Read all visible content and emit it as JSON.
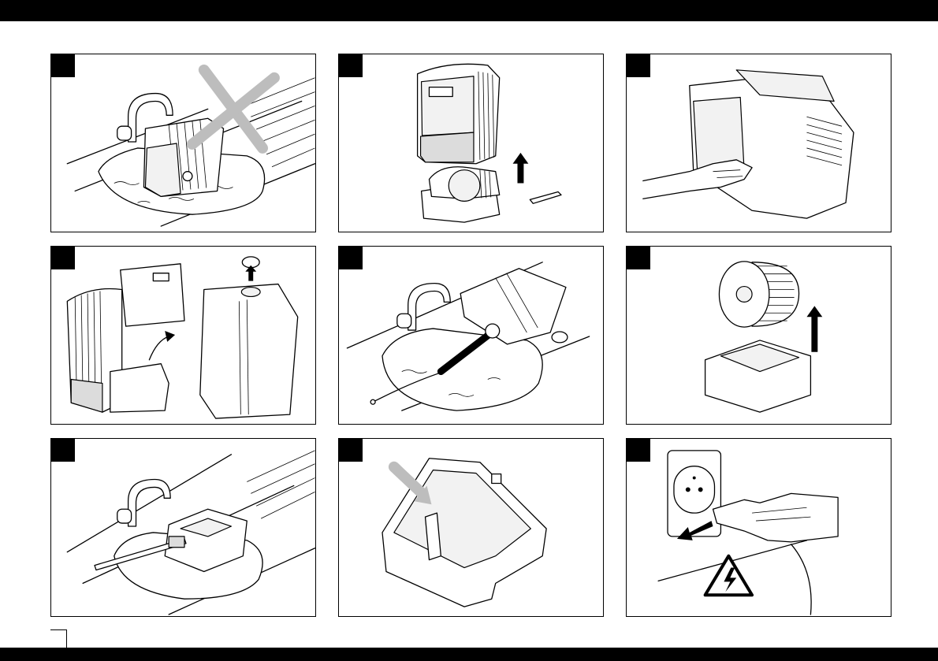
{
  "document": {
    "type": "instruction-illustrations",
    "panel_count": 9,
    "colors": {
      "frame": "#000000",
      "background": "#ffffff",
      "accent_grey": "#bdbdbd"
    },
    "panels": [
      {
        "id": "p1",
        "icon": "crossed-out-sink-icon"
      },
      {
        "id": "p2",
        "icon": "lift-tank-icon"
      },
      {
        "id": "p3",
        "icon": "wipe-housing-icon"
      },
      {
        "id": "p4",
        "icon": "remove-cap-icon"
      },
      {
        "id": "p5",
        "icon": "rinse-tank-icon"
      },
      {
        "id": "p6",
        "icon": "remove-drum-icon"
      },
      {
        "id": "p7",
        "icon": "brush-basin-icon"
      },
      {
        "id": "p8",
        "icon": "clean-tray-icon"
      },
      {
        "id": "p9",
        "icon": "unplug-warning-icon"
      }
    ]
  }
}
